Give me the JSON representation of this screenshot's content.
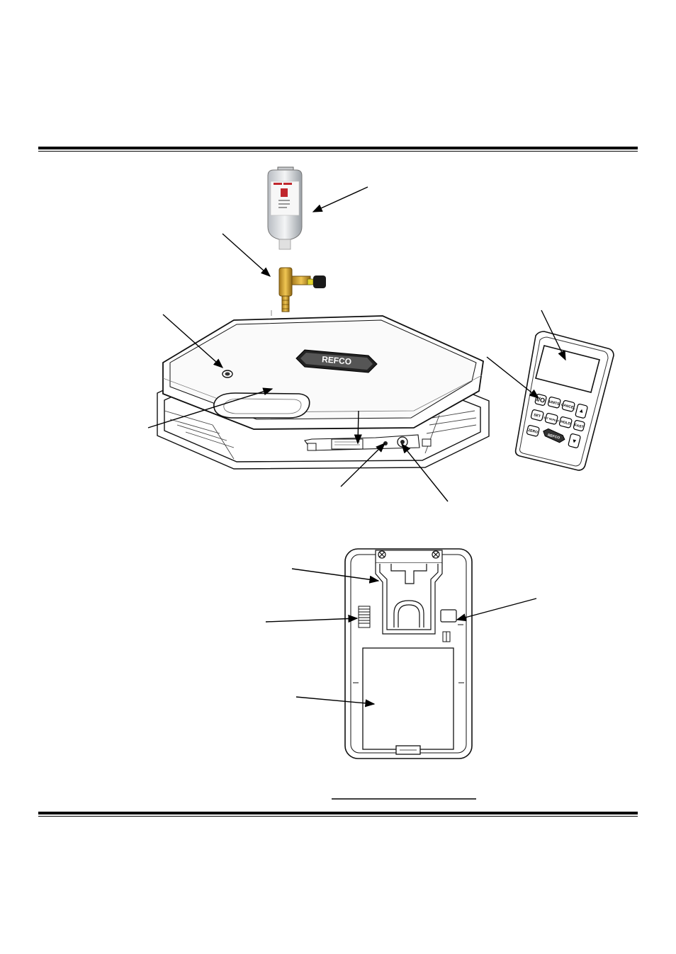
{
  "logos": {
    "scale_logo": "REFCO",
    "remote_logo": "REFCO"
  },
  "keypad": {
    "rows": [
      [
        "I/O",
        "UNITS",
        "CANCEL",
        "▲"
      ],
      [
        "SET",
        "SET REPEAT",
        "HOLD",
        "FAST"
      ],
      [
        "ZERO",
        "LOGO",
        "▼"
      ]
    ]
  }
}
